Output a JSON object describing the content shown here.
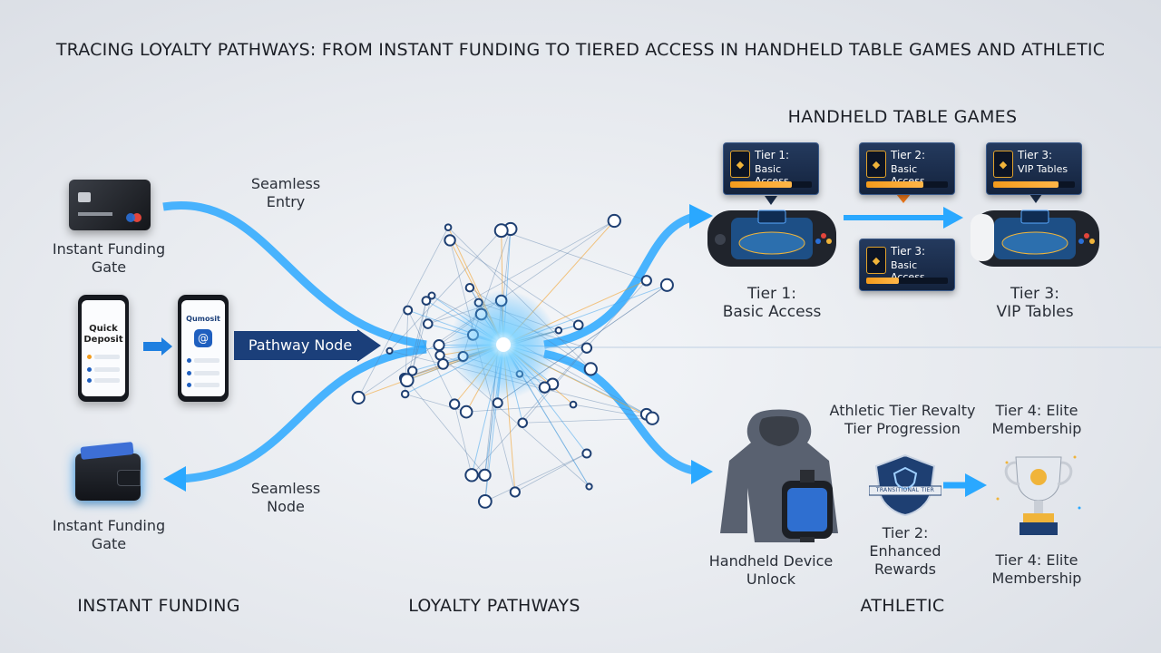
{
  "title": "TRACING LOYALTY PATHWAYS: FROM INSTANT FUNDING TO TIERED ACCESS IN HANDHELD TABLE GAMES AND ATHLETIC",
  "sections": {
    "instant_funding": "INSTANT FUNDING",
    "loyalty_pathways": "LOYALTY PATHWAYS",
    "athletic": "ATHLETIC",
    "handheld_table_games": "HANDHELD TABLE GAMES"
  },
  "left": {
    "card_label": [
      "Instant Funding",
      "Gate"
    ],
    "wallet_label": [
      "Instant Funding",
      "Gate"
    ],
    "seamless_entry": [
      "Seamless",
      "Entry"
    ],
    "seamless_node": [
      "Seamless",
      "Node"
    ],
    "pathway_node": "Pathway Node",
    "phone1_text": [
      "Quick",
      "Deposit"
    ],
    "phone2_text": "Qumosit",
    "phone2_icon": "@"
  },
  "table_games": {
    "tier_boxes": [
      {
        "title": "Tier 1:",
        "subtitle": "Basic Access",
        "fill": 0.75
      },
      {
        "title": "Tier 2:",
        "subtitle": "Basic Access",
        "fill": 0.7
      },
      {
        "title": "Tier 3:",
        "subtitle": "VIP Tables",
        "fill": 0.8
      },
      {
        "title": "Tier 3:",
        "subtitle": "Basic Access",
        "fill": 0.4
      }
    ],
    "console1_label": [
      "Tier 1:",
      "Basic Access"
    ],
    "console2_label": [
      "Tier 3:",
      "VIP Tables"
    ]
  },
  "athletic": {
    "progression": [
      "Athletic Tier Revalty",
      "Tier Progression"
    ],
    "elite_top": [
      "Tier 4: Elite",
      "Membership"
    ],
    "device_label": [
      "Handheld Device",
      "Unlock"
    ],
    "tier2_label": [
      "Tier 2:",
      "Enhanced",
      "Rewards"
    ],
    "elite_bottom": [
      "Tier 4: Elite",
      "Membership"
    ],
    "badge_text": "TRANSITIONAL TIER"
  },
  "colors": {
    "flow_blue": "#2aa8ff",
    "accent_orange": "#f39b1c",
    "navy": "#1b3f7a"
  }
}
